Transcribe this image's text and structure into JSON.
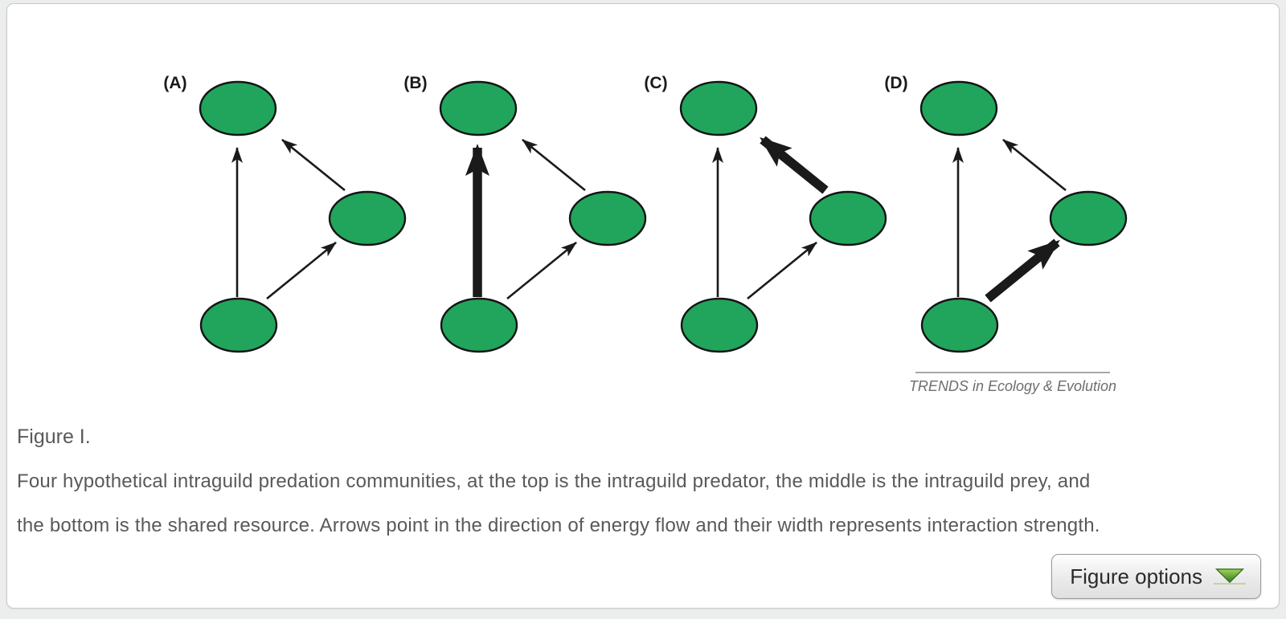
{
  "page": {
    "background_color": "#eceded",
    "card_background": "#ffffff"
  },
  "figure": {
    "node_fill": "#21A55C",
    "node_stroke": "#141414",
    "arrow_color": "#1a1a1a",
    "nodes": [
      {
        "position": "top",
        "role": "intraguild predator"
      },
      {
        "position": "middle",
        "role": "intraguild prey"
      },
      {
        "position": "bottom",
        "role": "shared resource"
      }
    ],
    "arrow_meaning": "Arrows point in the direction of energy flow; width represents interaction strength",
    "panels": [
      {
        "label": "(A)",
        "arrows": {
          "resource_to_predator": "thin",
          "resource_to_prey": "thin",
          "prey_to_predator": "thin"
        }
      },
      {
        "label": "(B)",
        "arrows": {
          "resource_to_predator": "thick",
          "resource_to_prey": "thin",
          "prey_to_predator": "thin"
        }
      },
      {
        "label": "(C)",
        "arrows": {
          "resource_to_predator": "thin",
          "resource_to_prey": "thin",
          "prey_to_predator": "thick"
        }
      },
      {
        "label": "(D)",
        "arrows": {
          "resource_to_predator": "thin",
          "resource_to_prey": "thick",
          "prey_to_predator": "thin"
        }
      }
    ],
    "journal_signature": "TRENDS in Ecology & Evolution"
  },
  "caption": {
    "title": "Figure I.",
    "lines": [
      "Four hypothetical intraguild predation communities, at the top is the intraguild predator, the middle is the intraguild prey, and",
      "the bottom is the shared resource. Arrows point in the direction of energy flow and their width represents interaction strength."
    ]
  },
  "footer": {
    "figure_options_label": "Figure options"
  },
  "icons": {
    "dropdown_arrow": "green-triangle-down",
    "dropdown_green_light": "#a5d45e",
    "dropdown_green_dark": "#2f7a1c"
  }
}
